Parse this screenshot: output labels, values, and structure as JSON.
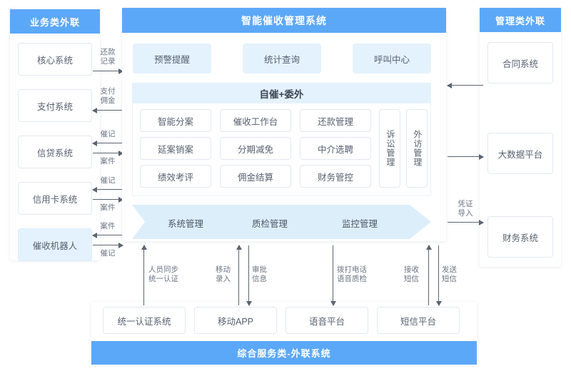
{
  "colors": {
    "header_blue": "#5ca8f8",
    "tint_blue": "#e4f2fd",
    "chevron_blue": "#ddeefb",
    "box_border": "#e3e8ee",
    "text": "#57616f",
    "arrow": "#5b6470"
  },
  "left_panel": {
    "title": "业务类外联",
    "items": [
      {
        "label": "核心系统",
        "tint": false
      },
      {
        "label": "支付系统",
        "tint": false
      },
      {
        "label": "信贷系统",
        "tint": false
      },
      {
        "label": "信用卡系统",
        "tint": false
      },
      {
        "label": "催收机器人",
        "tint": true
      }
    ]
  },
  "center_panel": {
    "title": "智能催收管理系统",
    "top_chips": [
      "预警提醒",
      "统计查询",
      "呼叫中心"
    ],
    "band_title": "自催+委外",
    "grid": [
      [
        "智能分案",
        "催收工作台",
        "还款管理"
      ],
      [
        "延案销案",
        "分期减免",
        "中介选聘"
      ],
      [
        "绩效考评",
        "佣金结算",
        "财务管控"
      ]
    ],
    "vertical_boxes": [
      "诉讼管理",
      "外访管理"
    ],
    "chevron_labels": [
      "系统管理",
      "质检管理",
      "监控管理"
    ]
  },
  "right_panel": {
    "title": "管理类外联",
    "items": [
      "合同系统",
      "大数据平台",
      "财务系统"
    ]
  },
  "bottom_panel": {
    "items": [
      "统一认证系统",
      "移动APP",
      "语音平台",
      "短信平台"
    ],
    "footer_title": "综合服务类-外联系统"
  },
  "left_arrows": [
    {
      "label": "还款记录",
      "dir": "right"
    },
    {
      "label": "支付佣金",
      "dir": "left"
    },
    {
      "label": "催记",
      "dir": "left"
    },
    {
      "label": "案件",
      "dir": "right"
    },
    {
      "label": "催记",
      "dir": "left"
    },
    {
      "label": "案件",
      "dir": "right"
    },
    {
      "label": "案件",
      "dir": "left"
    },
    {
      "label": "催记",
      "dir": "right"
    }
  ],
  "left_arrow_labels": {
    "a1l1": "还款",
    "a1l2": "记录",
    "a2l1": "支付",
    "a2l2": "佣金",
    "a3": "催记",
    "a4": "案件",
    "a5": "催记",
    "a6": "案件",
    "a7": "案件",
    "a8": "催记"
  },
  "right_arrows": [
    {
      "label": "",
      "dir": "left"
    },
    {
      "label": "",
      "dir": "right"
    },
    {
      "label": "凭证导入",
      "dir": "right"
    }
  ],
  "right_arrow_labels": {
    "r3l1": "凭证",
    "r3l2": "导入"
  },
  "bottom_arrows": [
    {
      "l1": "人员同步",
      "l2": "统一认证",
      "dir": "up"
    },
    {
      "l1": "移动",
      "l2": "录入",
      "dir": "up"
    },
    {
      "l1": "审批",
      "l2": "信息",
      "dir": "down"
    },
    {
      "l1": "拨打电话",
      "l2": "语音质检",
      "dir": "down"
    },
    {
      "l1": "接收",
      "l2": "短信",
      "dir": "up"
    },
    {
      "l1": "发送",
      "l2": "短信",
      "dir": "down"
    }
  ]
}
